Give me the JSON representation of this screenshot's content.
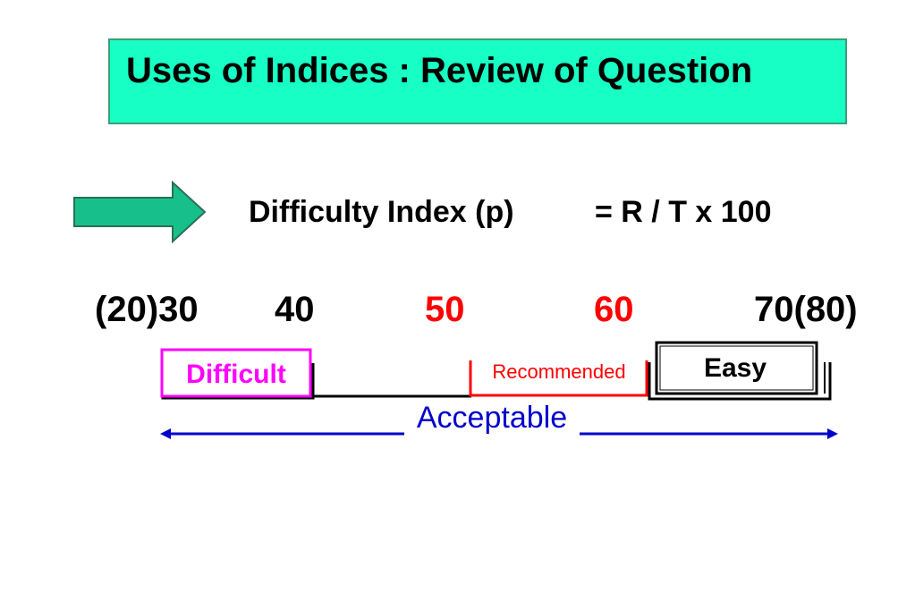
{
  "title": "Uses of Indices : Review of Question",
  "formula": {
    "label": "Difficulty Index (p)",
    "equation": "= R / T x 100"
  },
  "scale": {
    "ticks": [
      {
        "label": "(20)30",
        "color": "#000000"
      },
      {
        "label": "40",
        "color": "#000000"
      },
      {
        "label": "50",
        "color": "#ff0000"
      },
      {
        "label": "60",
        "color": "#ff0000"
      },
      {
        "label": "70(80)",
        "color": "#000000"
      }
    ]
  },
  "ranges": {
    "difficult": {
      "label": "Difficult",
      "color": "#ff00ff"
    },
    "recommended": {
      "label": "Recommended",
      "color": "#ff0000"
    },
    "easy": {
      "label": "Easy",
      "color": "#000000"
    },
    "acceptable": {
      "label": "Acceptable",
      "color": "#0000cc"
    }
  },
  "colors": {
    "title_background": "#17ffc4",
    "arrow_fill": "#17c08a"
  }
}
